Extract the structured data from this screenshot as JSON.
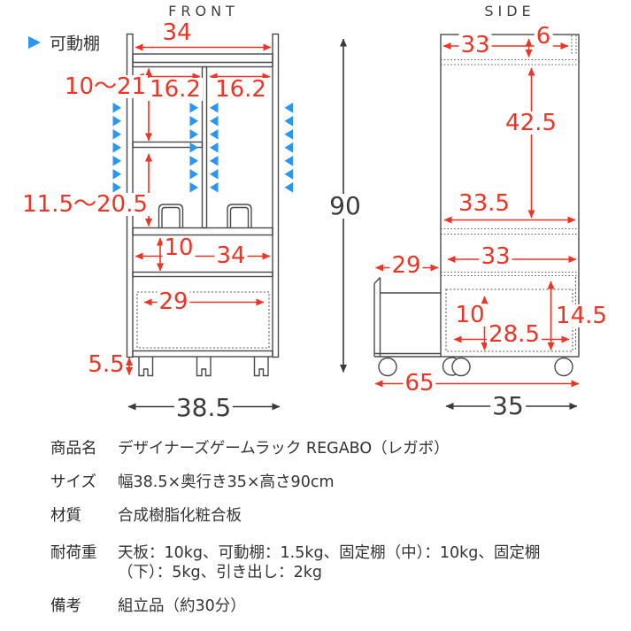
{
  "legend": {
    "marker": "movable-shelf-triangle",
    "label": "可動棚"
  },
  "front": {
    "title": "FRONT",
    "dims": {
      "top_inner_width": "34",
      "movable_range_top": "10〜21",
      "left_col_width": "16.2",
      "right_col_width": "16.2",
      "movable_range_bottom": "11.5〜20.5",
      "mid_shelf_height": "10",
      "mid_inner_width": "34",
      "drawer_inner_width": "29",
      "leg_height": "5.5",
      "total_width": "38.5",
      "total_height": "90"
    }
  },
  "side": {
    "title": "SIDE",
    "dims": {
      "top_depth": "33",
      "top_panel_thickness": "6",
      "upper_section_height": "42.5",
      "mid_depth": "33.5",
      "lower_depth": "33",
      "drawer_pullout_depth": "29",
      "drawer_inner_height": "10",
      "drawer_inner_depth": "28.5",
      "drawer_front_height": "14.5",
      "extended_total_depth": "65",
      "total_depth": "35"
    }
  },
  "spec_table": {
    "rows": [
      {
        "label": "商品名",
        "value": "デザイナーズゲームラック REGABO（レガボ）"
      },
      {
        "label": "サイズ",
        "value": "幅38.5×奥行き35×高さ90cm"
      },
      {
        "label": "材質",
        "value": "合成樹脂化粧合板"
      },
      {
        "label": "耐荷重",
        "value": "天板：10kg、可動棚：1.5kg、固定棚（中）：10kg、固定棚（下）：5kg、引き出し：2kg"
      },
      {
        "label": "備考",
        "value": "組立品（約30分）"
      }
    ]
  },
  "colors": {
    "dimension_red": "#ee3425",
    "marker_blue": "#2b95f2",
    "line_dark": "#4a4a4a",
    "text_dark": "#333333"
  }
}
